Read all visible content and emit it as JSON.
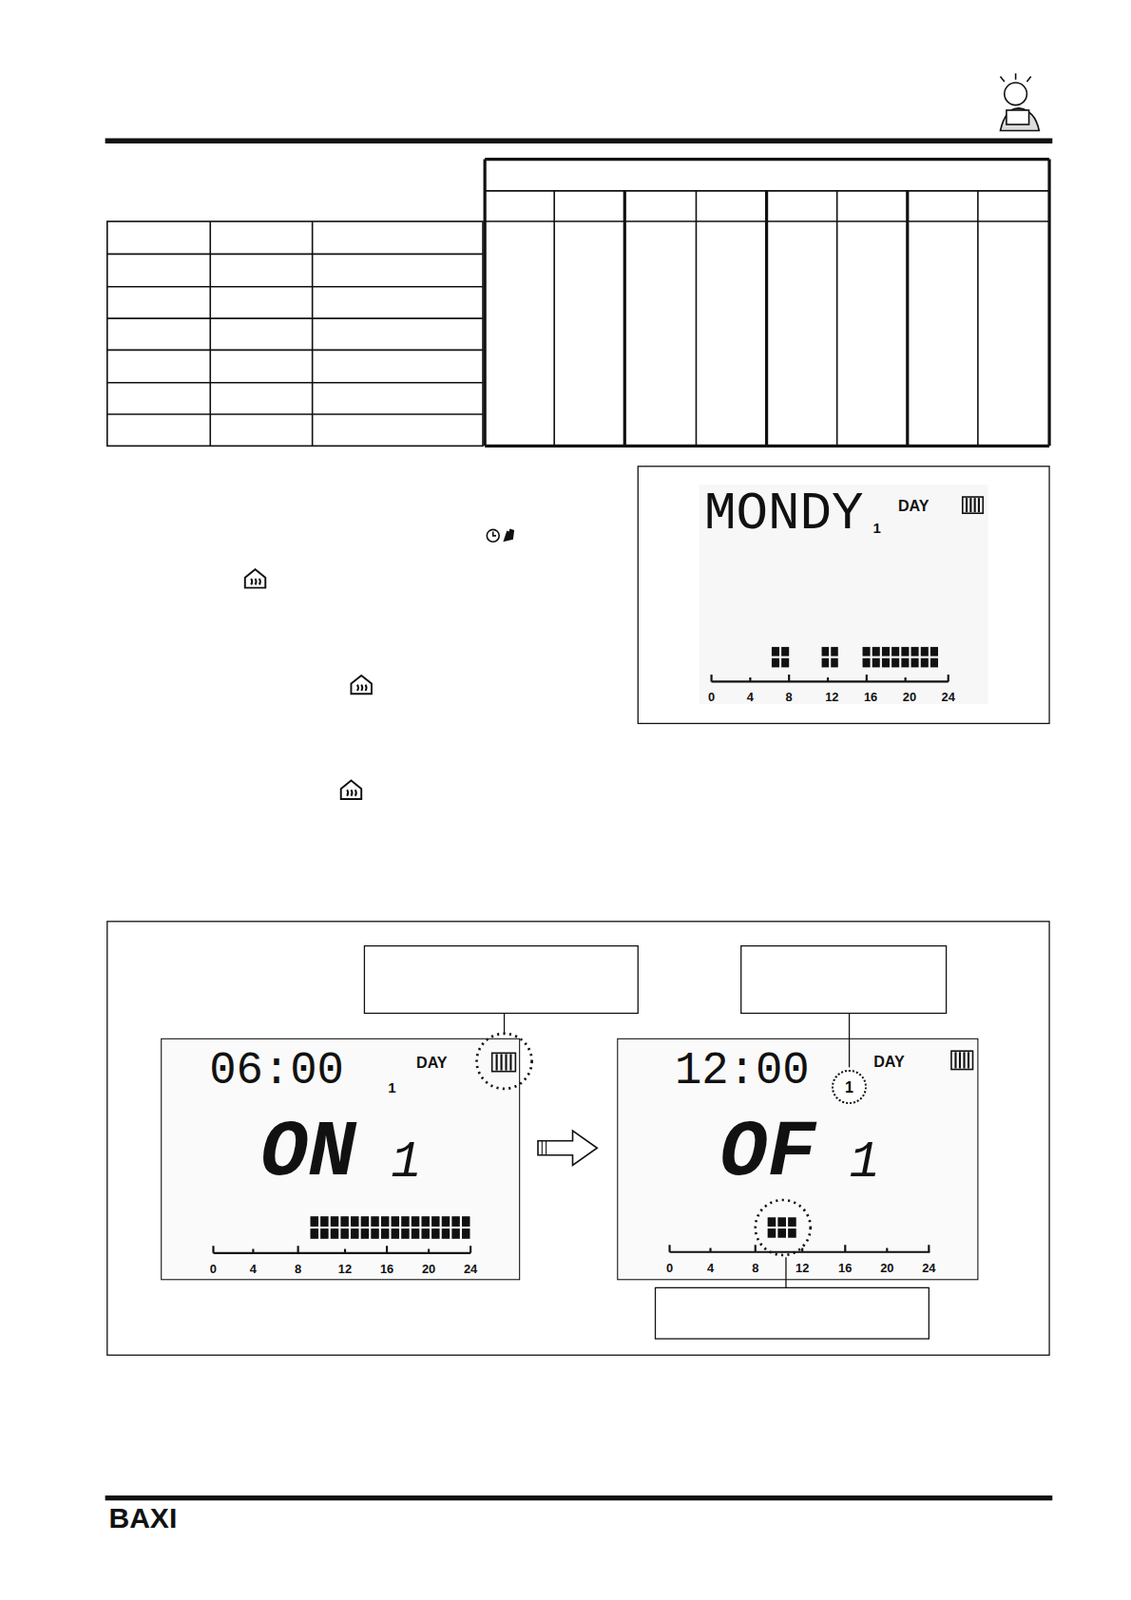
{
  "diagram": {
    "nodes": [
      {
        "text": [
          "1"
        ]
      }
    ],
    "labels": [
      "MONDY",
      "1",
      "DAY",
      "0",
      "4",
      "8",
      "12",
      "16",
      "20",
      "24",
      "06:00",
      "DAY",
      "1",
      "ON",
      "1",
      "0",
      "4",
      "8",
      "12",
      "16",
      "20",
      "24",
      "12:00",
      "DAY",
      "OF",
      "1",
      "0",
      "4",
      "8",
      "12",
      "16",
      "20",
      "24",
      "BAXI"
    ]
  }
}
